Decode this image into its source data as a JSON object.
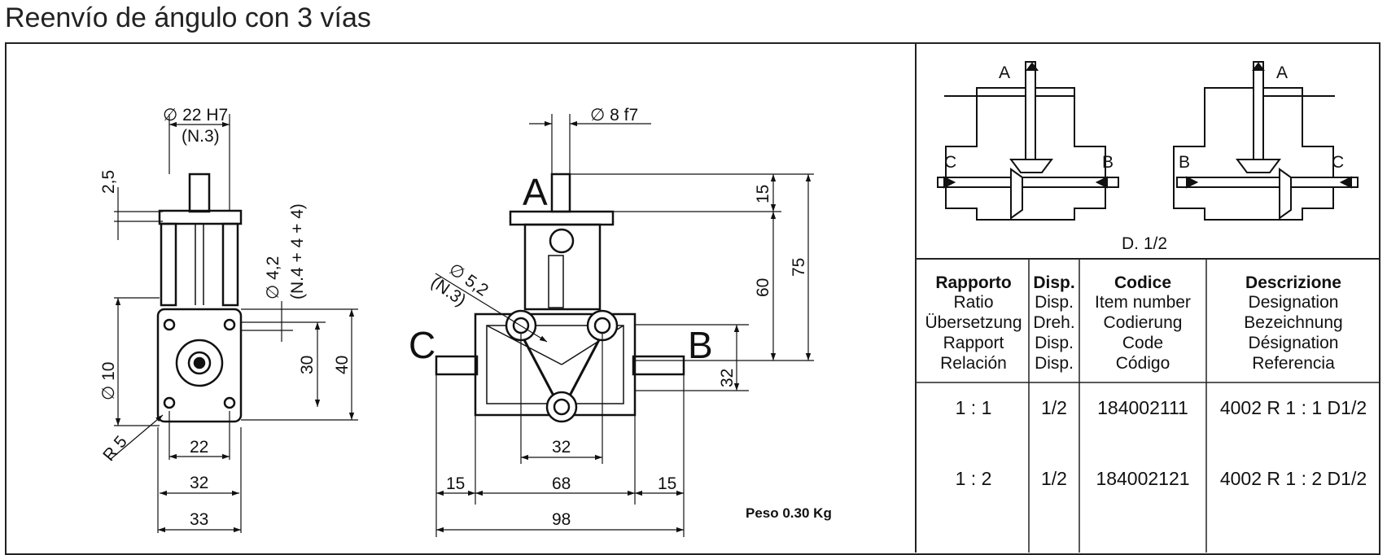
{
  "title": "Reenvío de ángulo con 3 vías",
  "side_view": {
    "bore": "∅ 22 H7",
    "bore_note": "(N.3)",
    "d_2_5": "2,5",
    "hole": "∅ 4,2",
    "hole_note": "(N.4 + 4 + 4)",
    "shaft": "∅ 10",
    "radius": "R 5",
    "d_22": "22",
    "d_32": "32",
    "d_33": "33",
    "d_30": "30",
    "d_40": "40"
  },
  "front_view": {
    "shaft": "∅ 8 f7",
    "hole": "∅ 5,2",
    "hole_note": "(N.3)",
    "port_a": "A",
    "port_b": "B",
    "port_c": "C",
    "d_15_top": "15",
    "d_60": "60",
    "d_75": "75",
    "d_32_right": "32",
    "d_32_bottom": "32",
    "d_15_left": "15",
    "d_68": "68",
    "d_15_right": "15",
    "d_98": "98"
  },
  "weight": "Peso 0.30 Kg",
  "schemes": {
    "left": {
      "a": "A",
      "b": "B",
      "c": "C"
    },
    "right": {
      "a": "A",
      "b": "B",
      "c": "C"
    },
    "caption": "D. 1/2"
  },
  "table": {
    "headers": [
      {
        "label": "Rapporto",
        "translations": [
          "Ratio",
          "Übersetzung",
          "Rapport",
          "Relación"
        ]
      },
      {
        "label": "Disp.",
        "translations": [
          "Disp.",
          "Dreh.",
          "Disp.",
          "Disp."
        ]
      },
      {
        "label": "Codice",
        "translations": [
          "Item number",
          "Codierung",
          "Code",
          "Código"
        ]
      },
      {
        "label": "Descrizione",
        "translations": [
          "Designation",
          "Bezeichnung",
          "Désignation",
          "Referencia"
        ]
      }
    ],
    "rows": [
      [
        "1 : 1",
        "1/2",
        "184002111",
        "4002 R 1 : 1 D1/2"
      ],
      [
        "1 : 2",
        "1/2",
        "184002121",
        "4002 R 1 : 2 D1/2"
      ]
    ]
  }
}
